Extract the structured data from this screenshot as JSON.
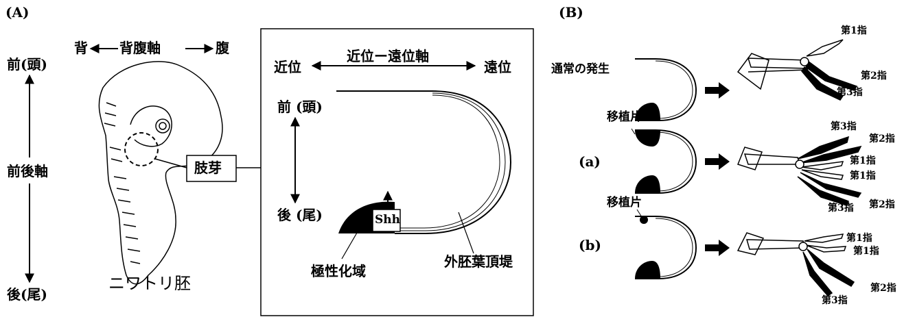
{
  "panelA": {
    "label": "(A)",
    "dv_axis": {
      "left": "背",
      "center": "背腹軸",
      "right": "腹"
    },
    "ap_axis": {
      "top": "前(頭)",
      "middle": "前後軸",
      "bottom": "後(尾)"
    },
    "embryo_caption": "ニワトリ胚",
    "limb_bud_box": "肢芽",
    "inset": {
      "pd_axis": {
        "center": "近位ー遠位軸",
        "left": "近位",
        "right": "遠位"
      },
      "anterior": "前 (頭)",
      "posterior": "後 (尾)",
      "shh": "Shh",
      "zpa": "極性化域",
      "aer": "外胚葉頂堤"
    }
  },
  "panelB": {
    "label": "(B)",
    "normal": {
      "label": "通常の発生",
      "digits": [
        "第1指",
        "第2指",
        "第3指"
      ]
    },
    "a": {
      "label": "(a)",
      "graft": "移植片",
      "digits": [
        "第3指",
        "第2指",
        "第1指",
        "第1指",
        "第3指",
        "第2指"
      ]
    },
    "b": {
      "label": "(b)",
      "graft": "移植片",
      "digits": [
        "第1指",
        "第1指",
        "第2指",
        "第3指"
      ]
    }
  }
}
